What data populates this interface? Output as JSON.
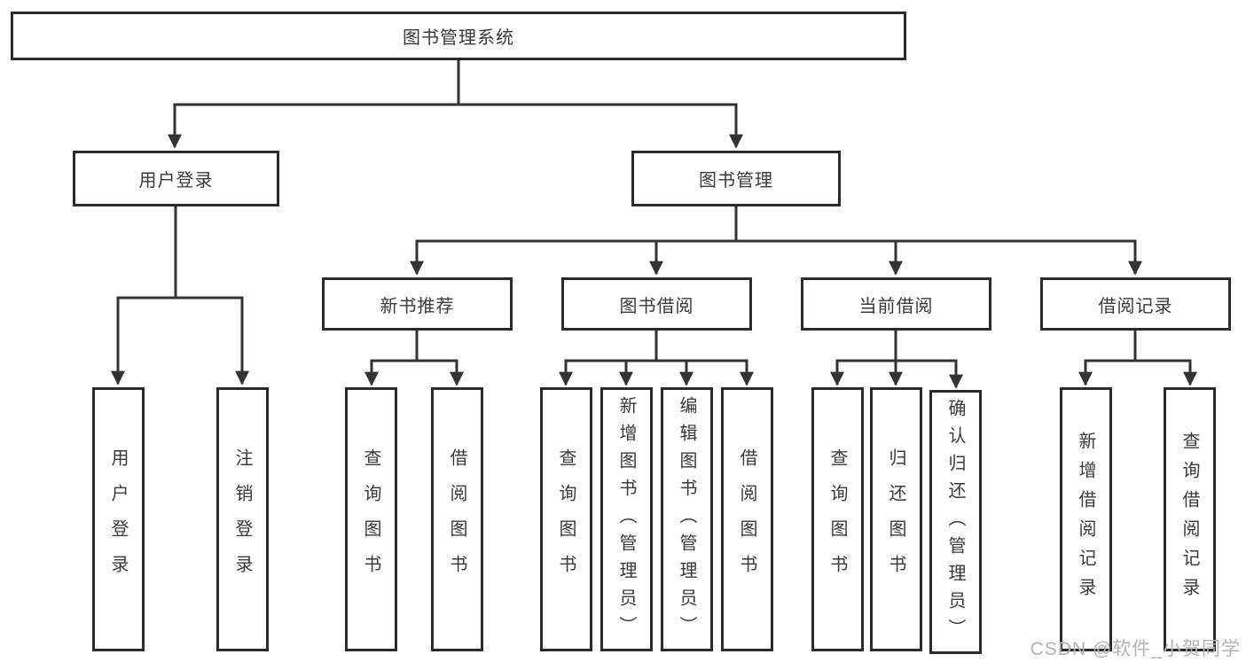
{
  "tree": {
    "label": "图书管理系统",
    "children": [
      {
        "label": "用户登录",
        "children": [
          {
            "label": "用户登录"
          },
          {
            "label": "注销登录"
          }
        ]
      },
      {
        "label": "图书管理",
        "children": [
          {
            "label": "新书推荐",
            "children": [
              {
                "label": "查询图书"
              },
              {
                "label": "借阅图书"
              }
            ]
          },
          {
            "label": "图书借阅",
            "children": [
              {
                "label": "查询图书"
              },
              {
                "label": "新增图书（管理员）"
              },
              {
                "label": "编辑图书（管理员）"
              },
              {
                "label": "借阅图书"
              }
            ]
          },
          {
            "label": "当前借阅",
            "children": [
              {
                "label": "查询图书"
              },
              {
                "label": "归还图书"
              },
              {
                "label": "确认归还（管理员）"
              }
            ]
          },
          {
            "label": "借阅记录",
            "children": [
              {
                "label": "新增借阅记录"
              },
              {
                "label": "查询借阅记录"
              }
            ]
          }
        ]
      }
    ]
  },
  "watermark": {
    "text": "CSDN @软件_小贺同学"
  },
  "colors": {
    "line": "#333333",
    "border": "#2b2b2b",
    "text": "#3a3a3a",
    "watermark": "#b3b3b3",
    "bg": "#ffffff"
  }
}
